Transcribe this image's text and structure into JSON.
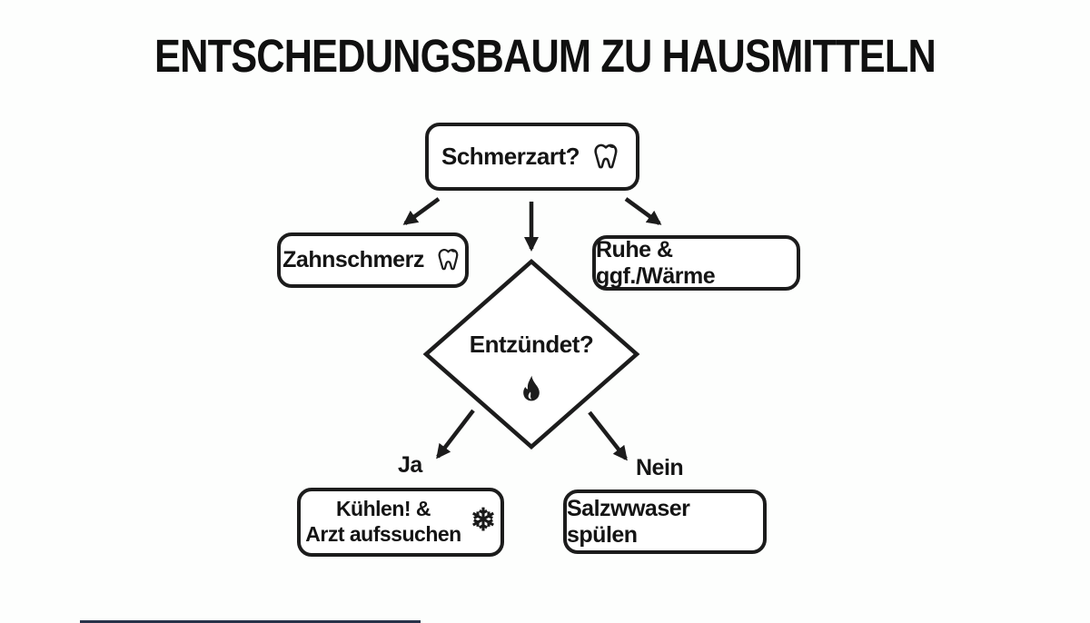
{
  "title": "ENTSCHEDUNGSBAUM ZU HAUSMITTELN",
  "flowchart": {
    "root": {
      "label": "Schmerzart?",
      "icon": "tooth-icon"
    },
    "branch_left": {
      "label": "Zahnschmerz",
      "icon": "tooth-icon"
    },
    "branch_right": {
      "label": "Ruhe & ggf./Wärme"
    },
    "decision": {
      "label": "Entzündet?",
      "icon": "flame-icon"
    },
    "edge_yes": {
      "label": "Ja"
    },
    "edge_no": {
      "label": "Nein"
    },
    "result_yes": {
      "line1": "Kühlen! &",
      "line2": "Arzt aufssuchen",
      "icon": "snowflake-icon"
    },
    "result_no": {
      "label": "Salzwwaser spülen"
    }
  },
  "icons": {
    "tooth": "tooth-icon",
    "flame": "flame-icon",
    "snowflake_glyph": "❄"
  },
  "colors": {
    "background": "#fdfefd",
    "stroke": "#1c1c1c",
    "text": "#141414",
    "footer_bar": "#28334a"
  }
}
